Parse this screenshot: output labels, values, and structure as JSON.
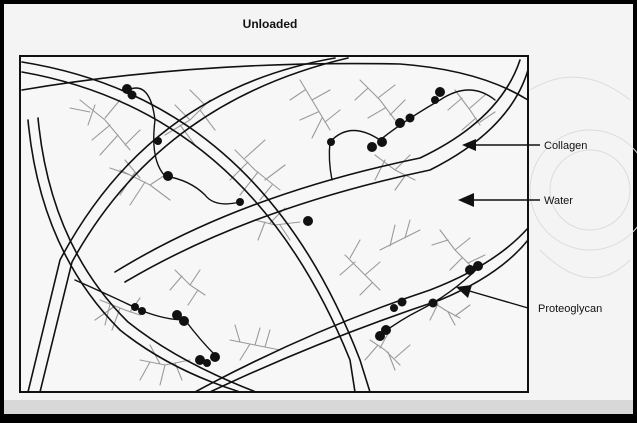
{
  "title": "Unloaded",
  "labels": {
    "collagen": "Collagen",
    "water": "Water",
    "proteoglycan": "Proteoglycan"
  },
  "colors": {
    "background": "#000000",
    "slide": "#f4f4f4",
    "ink": "#111111",
    "branch": "#9a9a9a"
  }
}
